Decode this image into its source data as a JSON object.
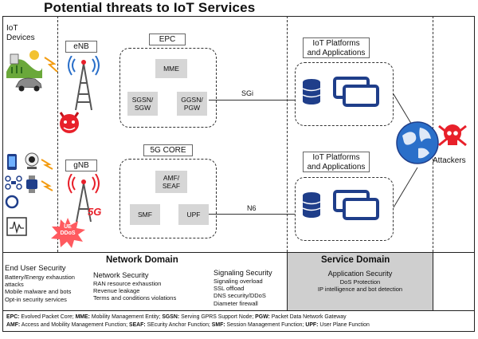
{
  "title": "Potential threats to IoT Services",
  "iot_devices_label": "IoT Devices",
  "enb_label": "eNB",
  "gnb_label": "gNB",
  "epc": {
    "label": "EPC",
    "mme": "MME",
    "sgsn": "SGSN/\nSGW",
    "ggsn": "GGSN/\nPGW"
  },
  "core5g": {
    "label": "5G CORE",
    "amf": "AMF/\nSEAF",
    "smf": "SMF",
    "upf": "UPF"
  },
  "link_sgi": "SGi",
  "link_n6": "N6",
  "platform_top": "IoT Platforms\nand Applications",
  "platform_bottom": "IoT Platforms\nand Applications",
  "attackers_label": "Attackers",
  "ue_ddos": "UE\nDDoS",
  "badge_5g": "5G",
  "network_domain": "Network Domain",
  "service_domain": "Service Domain",
  "end_user_security": {
    "heading": "End User Security",
    "items": [
      "Battery/Energy exhaustion",
      "attacks",
      "Mobile malware and bots",
      "Opt-in security services"
    ]
  },
  "network_security": {
    "heading": "Network Security",
    "items": [
      "RAN resource exhaustion",
      "Revenue leakage",
      "Terms and conditions violations"
    ]
  },
  "signaling_security": {
    "heading": "Signaling Security",
    "items": [
      "Signaling overload",
      "SSL offload",
      "DNS security/DDoS",
      "Diameter firewall"
    ]
  },
  "application_security": {
    "heading": "Application Security",
    "items": [
      "DoS Protection",
      "IP intelligence and bot detection"
    ]
  },
  "legend": {
    "line1": [
      {
        "abbr": "EPC:",
        "text": " Evolved Packet Core; "
      },
      {
        "abbr": "MME:",
        "text": " Mobility Management Entity; "
      },
      {
        "abbr": "SGSN:",
        "text": " Serving GPRS Support Node; "
      },
      {
        "abbr": "PGW:",
        "text": " Packet Data Network Gateway"
      }
    ],
    "line2": [
      {
        "abbr": "AMF:",
        "text": " Access and Mobility Management Function; "
      },
      {
        "abbr": "SEAF:",
        "text": " SEcurity Anchor Function; "
      },
      {
        "abbr": "SMF:",
        "text": " Session Management Function; "
      },
      {
        "abbr": "UPF:",
        "text": " User Plane Function"
      }
    ]
  },
  "colors": {
    "red": "#e8202a",
    "blue_dark": "#1f3e8a",
    "globe_blue": "#2a6fc9",
    "gray_box": "#d6d6d6",
    "service_bg": "#cfcfcf"
  },
  "icons": [
    "farm-icon",
    "car-icon",
    "signal-tower-icon",
    "devil-attacker-icon",
    "phone-icon",
    "webcam-icon",
    "drone-icon",
    "smartwatch-icon",
    "fitness-band-icon",
    "sensor-chart-icon",
    "database-icon",
    "server-window-icon",
    "globe-icon",
    "skull-icon"
  ]
}
